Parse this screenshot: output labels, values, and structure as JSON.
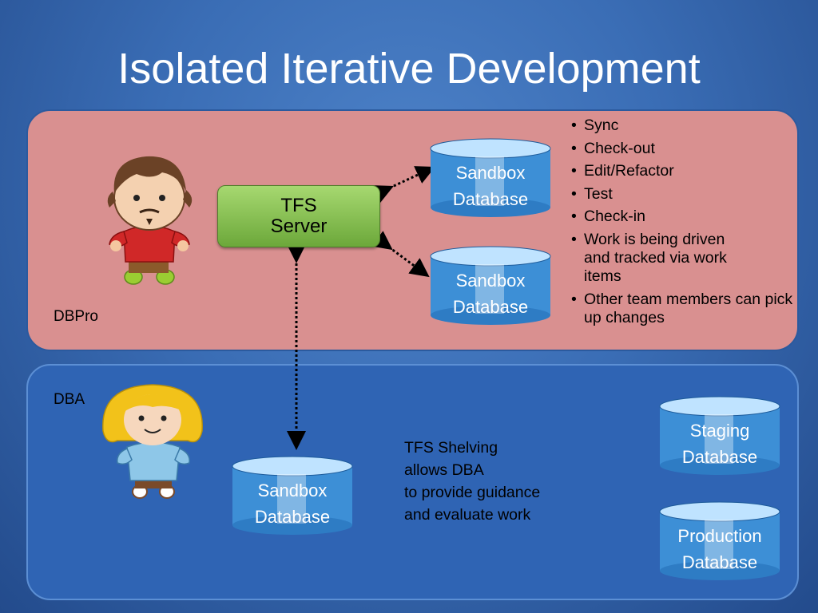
{
  "title": "Isolated Iterative Development",
  "dbpro_panel": {
    "label": "DBPro"
  },
  "dba_panel": {
    "label": "DBA"
  },
  "tfs_server": {
    "line1": "TFS",
    "line2": "Server"
  },
  "databases": {
    "sandbox_top": {
      "line1": "Sandbox",
      "line2": "Database"
    },
    "sandbox_middle": {
      "line1": "Sandbox",
      "line2": "Database"
    },
    "sandbox_bottom": {
      "line1": "Sandbox",
      "line2": "Database"
    },
    "staging": {
      "line1": "Staging",
      "line2": "Database"
    },
    "production": {
      "line1": "Production",
      "line2": "Database"
    }
  },
  "bullets": [
    "Sync",
    "Check-out",
    "Edit/Refactor",
    "Test",
    "Check-in",
    "Work is being driven and tracked via work items",
    "Other team members can pick up changes"
  ],
  "shelving_note": {
    "line1": "TFS Shelving",
    "line2": "allows DBA",
    "line3": "to provide guidance",
    "line4": "and evaluate work"
  },
  "colors": {
    "background": "#3a6db5",
    "dbpro_panel": "#d99090",
    "dba_panel": "#2f64b4",
    "tfs_server": "#8cc455",
    "database": "#3d8fd6"
  },
  "icons": {
    "dbpro_avatar": "developer-person-icon",
    "dba_avatar": "dba-person-icon"
  }
}
